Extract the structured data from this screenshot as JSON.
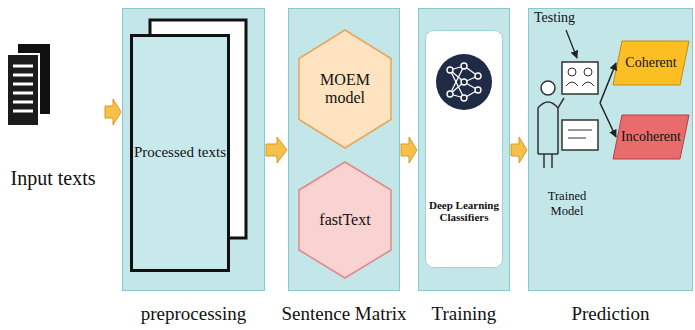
{
  "diagram": {
    "nodes": [
      {
        "text": [
          "Input texts"
        ]
      },
      {
        "text": [
          "preprocessing"
        ]
      },
      {
        "text": [
          "Processed texts"
        ],
        "in": 1
      },
      {
        "text": [
          "Sentence Matrix"
        ]
      },
      {
        "text": [
          "MOEM model"
        ],
        "in": 3
      },
      {
        "text": [
          "fastText"
        ],
        "in": 3
      },
      {
        "text": [
          "Training"
        ]
      },
      {
        "text": [
          "Deep Learning Classifiers"
        ],
        "in": 6
      },
      {
        "text": [
          "Prediction"
        ]
      },
      {
        "text": [
          "Trained Model"
        ],
        "in": 8
      },
      {
        "text": [
          "Coherent"
        ],
        "in": 8
      },
      {
        "text": [
          "Incoherent"
        ],
        "in": 8
      }
    ],
    "edges": [
      {
        "from": 0,
        "to": 1,
        "arrow": "to"
      },
      {
        "from": 1,
        "to": 3,
        "arrow": "to"
      },
      {
        "from": 3,
        "to": 6,
        "arrow": "to"
      },
      {
        "from": 6,
        "to": 8,
        "arrow": "to"
      },
      {
        "from": 9,
        "to": 10,
        "arrow": "to"
      },
      {
        "from": 9,
        "to": 11,
        "arrow": "to"
      }
    ],
    "labels": [
      "Testing"
    ]
  }
}
